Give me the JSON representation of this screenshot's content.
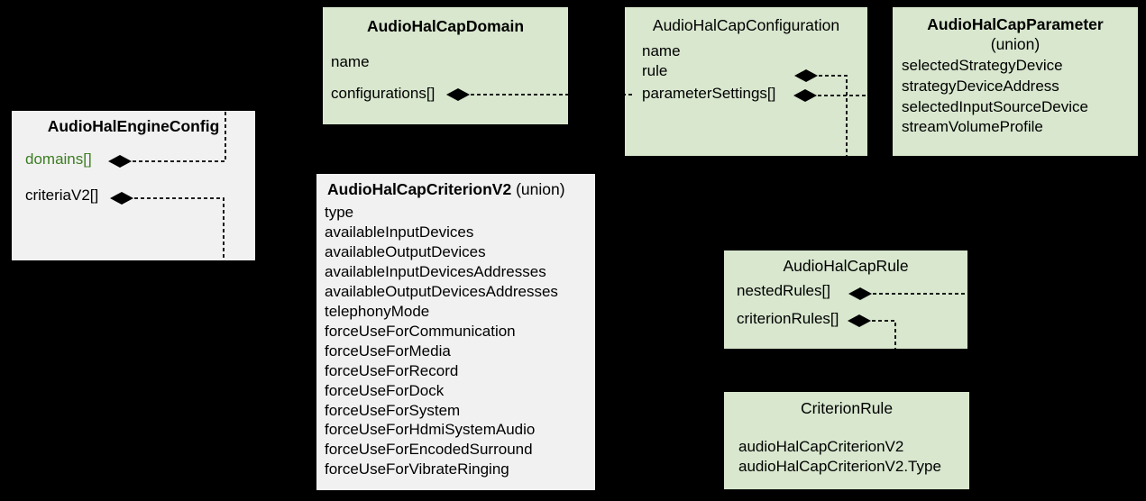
{
  "colors": {
    "background": "#000000",
    "green_box_fill": "#d8e7ce",
    "gray_box_fill": "#f1f1f1",
    "green_field_text": "#3c7d21",
    "text": "#000000",
    "connector_line": "#000000"
  },
  "boxes": {
    "engineConfig": {
      "title": "AudioHalEngineConfig",
      "fields": [
        "domains[]",
        "criteriaV2[]"
      ]
    },
    "capDomain": {
      "title": "AudioHalCapDomain",
      "fields": [
        "name",
        "configurations[]"
      ]
    },
    "capConfiguration": {
      "title": "AudioHalCapConfiguration",
      "fields": [
        "name",
        "rule",
        "parameterSettings[]"
      ]
    },
    "capParameter": {
      "title": "AudioHalCapParameter",
      "subtitle": "(union)",
      "fields": [
        "selectedStrategyDevice",
        "strategyDeviceAddress",
        "selectedInputSourceDevice",
        "streamVolumeProfile"
      ]
    },
    "criterionV2": {
      "title": "AudioHalCapCriterionV2",
      "title_suffix": " (union)",
      "fields": [
        "type",
        "availableInputDevices",
        "availableOutputDevices",
        "availableInputDevicesAddresses",
        "availableOutputDevicesAddresses",
        "telephonyMode",
        "forceUseForCommunication",
        "forceUseForMedia",
        "forceUseForRecord",
        "forceUseForDock",
        "forceUseForSystem",
        "forceUseForHdmiSystemAudio",
        "forceUseForEncodedSurround",
        "forceUseForVibrateRinging"
      ]
    },
    "capRule": {
      "title": "AudioHalCapRule",
      "fields": [
        "nestedRules[]",
        "criterionRules[]"
      ]
    },
    "criterionRule": {
      "title": "CriterionRule",
      "fields": [
        "audioHalCapCriterionV2",
        "audioHalCapCriterionV2.Type"
      ]
    }
  },
  "relations": [
    {
      "from": "AudioHalEngineConfig.domains[]",
      "to": "AudioHalCapDomain",
      "type": "composition"
    },
    {
      "from": "AudioHalEngineConfig.criteriaV2[]",
      "to": "AudioHalCapCriterionV2",
      "type": "composition"
    },
    {
      "from": "AudioHalCapDomain.configurations[]",
      "to": "AudioHalCapConfiguration",
      "type": "composition"
    },
    {
      "from": "AudioHalCapConfiguration.rule",
      "to": "AudioHalCapRule",
      "type": "composition"
    },
    {
      "from": "AudioHalCapConfiguration.parameterSettings[]",
      "to": "AudioHalCapParameter",
      "type": "composition"
    },
    {
      "from": "AudioHalCapRule.nestedRules[]",
      "to": null,
      "type": "composition"
    },
    {
      "from": "AudioHalCapRule.criterionRules[]",
      "to": "CriterionRule",
      "type": "composition"
    }
  ]
}
